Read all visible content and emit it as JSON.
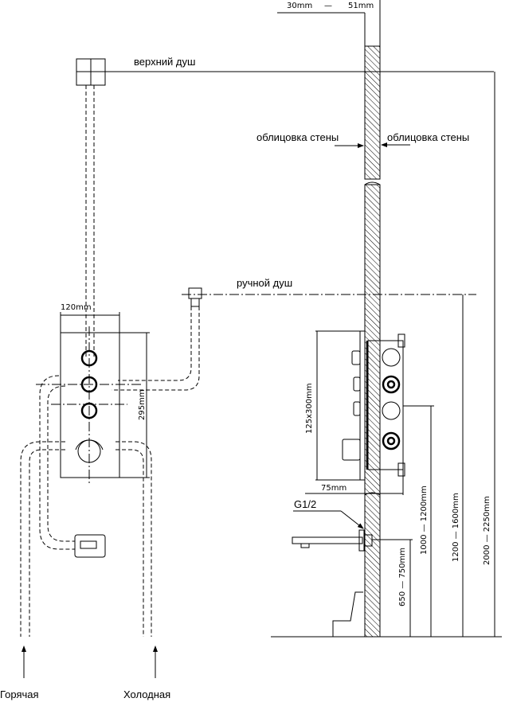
{
  "labels": {
    "top_shower": "верхний душ",
    "wall_cladding_left": "облицовка стены",
    "wall_cladding_right": "облицовка стены",
    "hand_shower": "ручной душ",
    "hot": "Горячая",
    "cold": "Холодная",
    "thread": "G1/2"
  },
  "dimensions": {
    "wall_thickness_min": "30mm",
    "wall_thickness_dash": "—",
    "wall_thickness_max": "51mm",
    "panel_width": "120mm",
    "panel_height": "295mm",
    "box_size": "125x300mm",
    "depth": "75mm",
    "spout_height": "650 — 750mm",
    "mixer_height": "1000 — 1200mm",
    "hand_shower_height": "1200 — 1600mm",
    "top_shower_height": "2000 — 2250mm"
  },
  "colors": {
    "line": "#000000",
    "background": "#ffffff"
  }
}
